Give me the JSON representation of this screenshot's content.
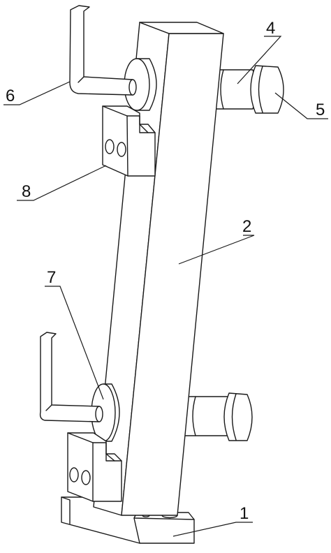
{
  "labels": {
    "part_1": "1",
    "part_2": "2",
    "part_4": "4",
    "part_5": "5",
    "part_6": "6",
    "part_7": "7",
    "part_8": "8"
  },
  "colors": {
    "line": "#1a1a1a",
    "background": "#ffffff"
  }
}
